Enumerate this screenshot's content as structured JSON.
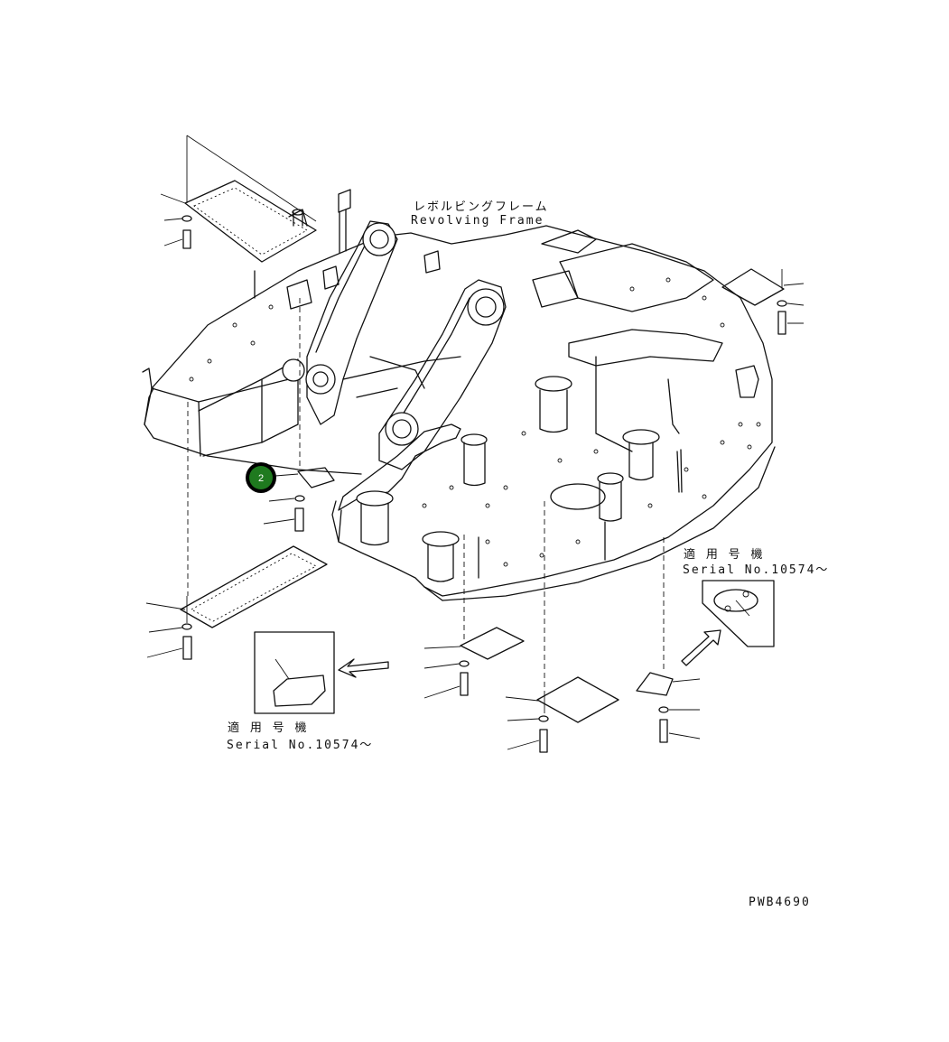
{
  "frame_label": {
    "jp": "レボルビングフレーム",
    "en": "Revolving Frame"
  },
  "serial_right": {
    "jp": "適 用 号 機",
    "en": "Serial No.10574～"
  },
  "serial_left": {
    "jp": "適 用 号 機",
    "en": "Serial No.10574～"
  },
  "callout": {
    "number": "2",
    "color": "#1f7a1f",
    "ring_color": "#000000"
  },
  "drawing_code": "PWB4690"
}
